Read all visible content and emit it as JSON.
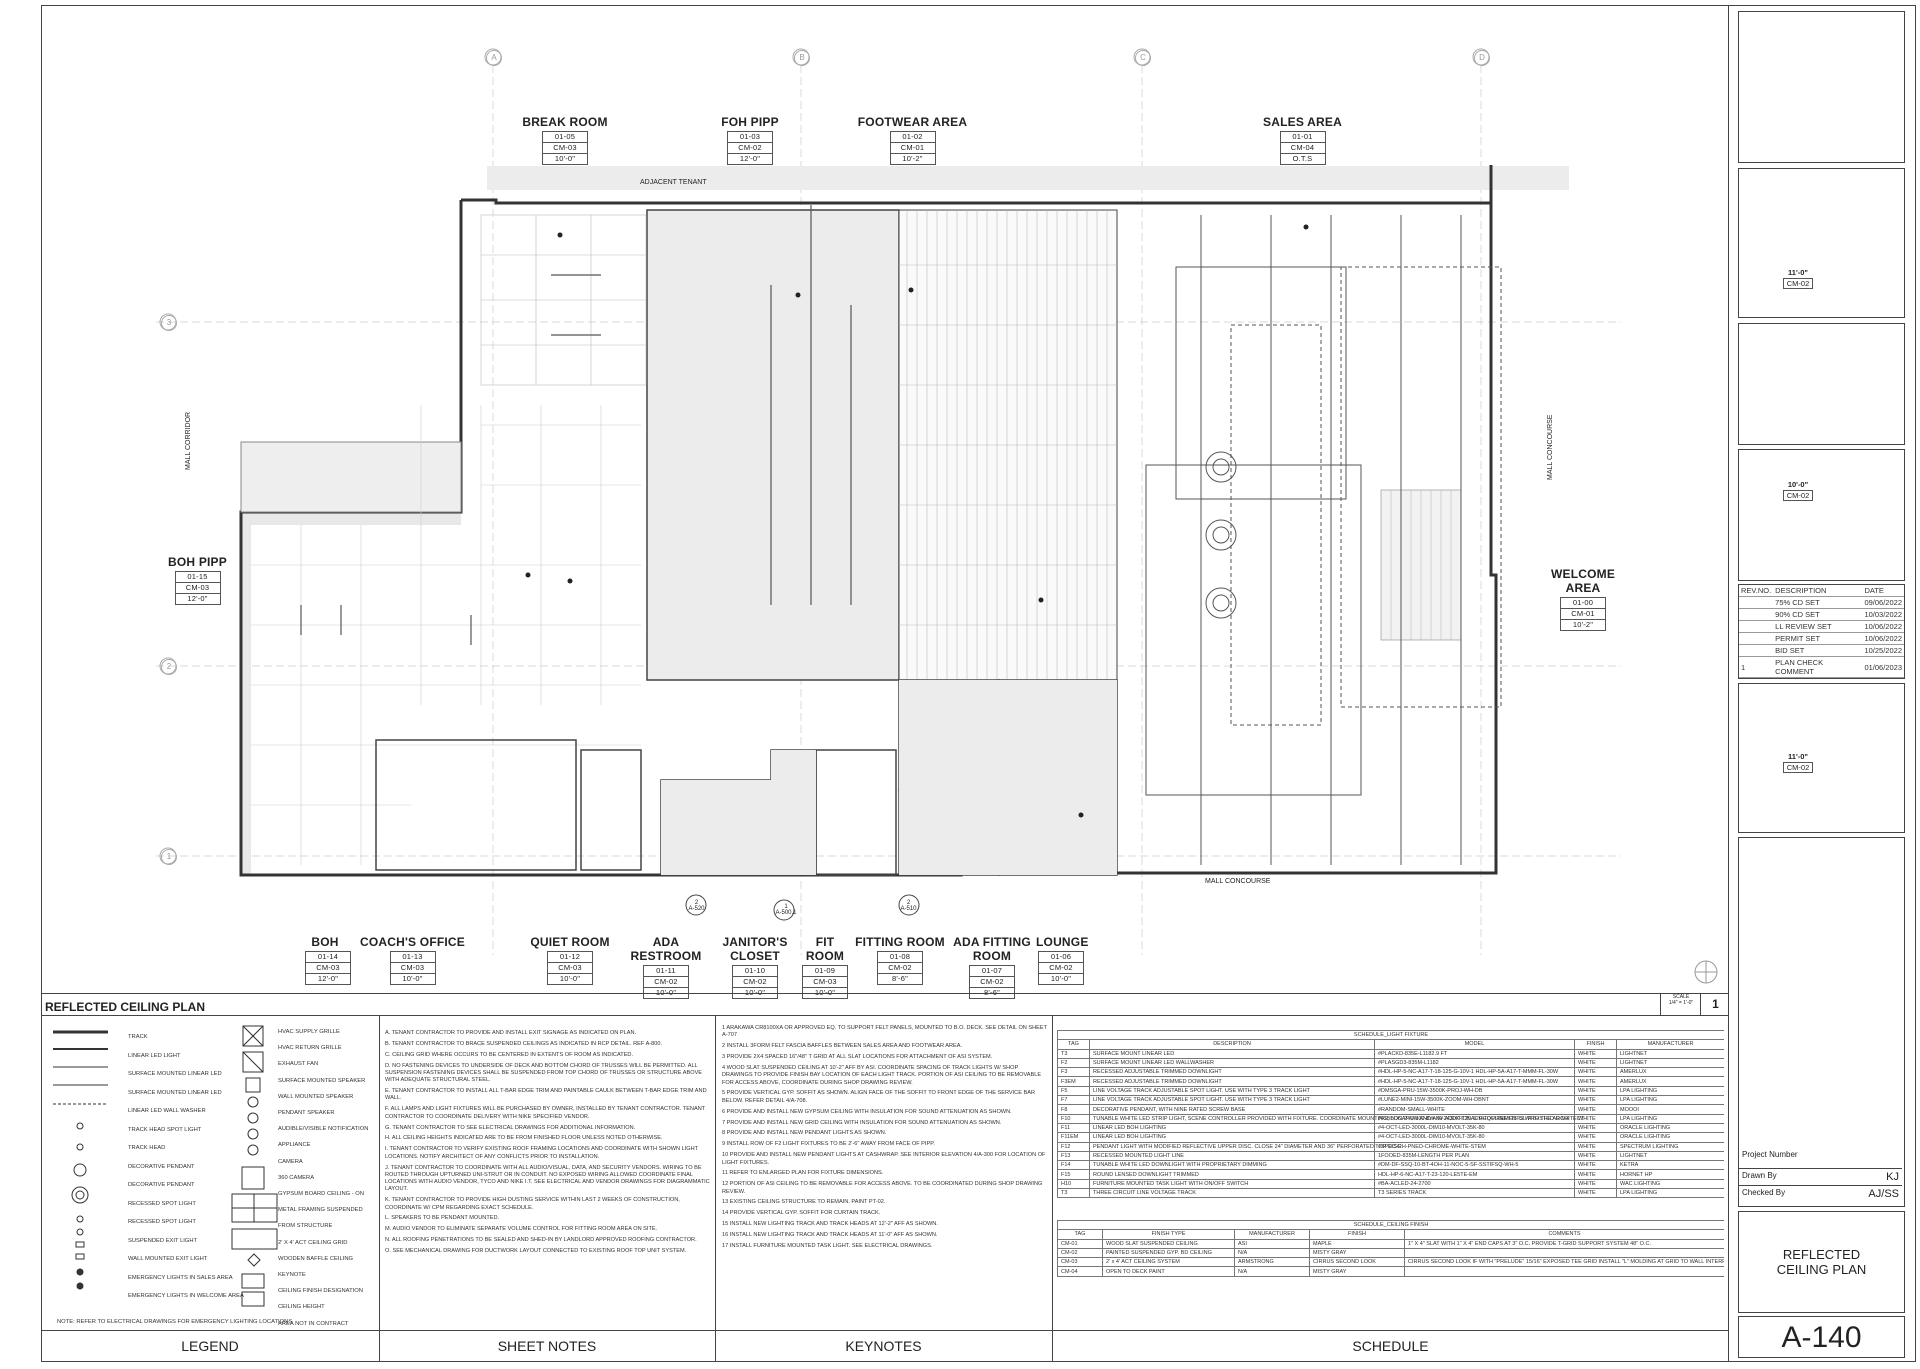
{
  "rooms_top": [
    {
      "name": "BREAK ROOM",
      "num": "01-05",
      "cm": "CM-03",
      "ht": "10'-0\""
    },
    {
      "name": "FOH PIPP",
      "num": "01-03",
      "cm": "CM-02",
      "ht": "12'-0\""
    },
    {
      "name": "FOOTWEAR AREA",
      "num": "01-02",
      "cm": "CM-01",
      "ht": "10'-2\""
    },
    {
      "name": "SALES AREA",
      "num": "01-01",
      "cm": "CM-04",
      "ht": "O.T.S"
    }
  ],
  "rooms_side": [
    {
      "name": "BOH PIPP",
      "num": "01-15",
      "cm": "CM-03",
      "ht": "12'-0\""
    },
    {
      "name": "WELCOME AREA",
      "num": "01-00",
      "cm": "CM-01",
      "ht": "10'-2\""
    }
  ],
  "rooms_bottom": [
    {
      "name": "BOH",
      "num": "01-14",
      "cm": "CM-03",
      "ht": "12'-0\""
    },
    {
      "name": "COACH'S OFFICE",
      "num": "01-13",
      "cm": "CM-03",
      "ht": "10'-0\""
    },
    {
      "name": "QUIET ROOM",
      "num": "01-12",
      "cm": "CM-03",
      "ht": "10'-0\""
    },
    {
      "name": "ADA RESTROOM",
      "num": "01-11",
      "cm": "CM-02",
      "ht": "10'-0\""
    },
    {
      "name": "JANITOR'S CLOSET",
      "num": "01-10",
      "cm": "CM-02",
      "ht": "10'-0\""
    },
    {
      "name": "FIT ROOM",
      "num": "01-09",
      "cm": "CM-03",
      "ht": "10'-0\""
    },
    {
      "name": "FITTING ROOM",
      "num": "01-08",
      "cm": "CM-02",
      "ht": "8'-6\""
    },
    {
      "name": "ADA FITTING ROOM",
      "num": "01-07",
      "cm": "CM-02",
      "ht": "8'-6\""
    },
    {
      "name": "LOUNGE",
      "num": "01-06",
      "cm": "CM-02",
      "ht": "10'-0\""
    }
  ],
  "plan_labels": {
    "adjacent_tenant": "ADJACENT TENANT",
    "mall_corridor": "MALL CORRIDOR",
    "mall_concourse_bottom": "MALL CONCOURSE",
    "mall_concourse_right": "MALL CONCOURSE",
    "grid_cols": [
      "A",
      "B",
      "C",
      "D"
    ],
    "grid_rows": [
      "3",
      "2",
      "1"
    ],
    "ceiling_tags": [
      {
        "h": "11'-0\"",
        "cm": "CM-02"
      },
      {
        "h": "10'-0\"",
        "cm": "CM-02"
      },
      {
        "h": "11'-0\"",
        "cm": "CM-02"
      }
    ],
    "section_marks": [
      {
        "n": "2",
        "ref": "A-520"
      },
      {
        "n": "1",
        "ref": "A-500.1"
      },
      {
        "n": "2",
        "ref": "A-510"
      }
    ]
  },
  "drawing_title": "REFLECTED CEILING PLAN",
  "scale_label": "SCALE",
  "scale": "1/4\" = 1'-0\"",
  "drawing_number": "1",
  "legend": [
    "TRACK",
    "LINEAR LED LIGHT",
    "SURFACE MOUNTED LINEAR LED",
    "SURFACE MOUNTED LINEAR LED",
    "LINEAR LED WALL WASHER",
    "TRACK HEAD SPOT LIGHT",
    "TRACK HEAD",
    "DECORATIVE PENDANT",
    "DECORATIVE PENDANT",
    "RECESSED SPOT LIGHT",
    "RECESSED SPOT LIGHT",
    "SUSPENDED EXIT LIGHT",
    "WALL MOUNTED EXIT LIGHT",
    "EMERGENCY LIGHTS IN SALES AREA",
    "EMERGENCY LIGHTS IN WELCOME AREA"
  ],
  "legend_right": [
    "HVAC SUPPLY GRILLE",
    "HVAC RETURN GRILLE",
    "EXHAUST FAN",
    "SURFACE MOUNTED SPEAKER",
    "WALL MOUNTED SPEAKER",
    "PENDANT SPEAKER",
    "AUDIBLE/VISIBLE NOTIFICATION APPLIANCE",
    "CAMERA",
    "360 CAMERA",
    "GYPSUM BOARD CEILING - ON METAL FRAMING SUSPENDED FROM STRUCTURE",
    "2' X 4' ACT CEILING GRID",
    "WOODEN BAFFLE CEILING",
    "KEYNOTE",
    "CEILING FINISH DESIGNATION",
    "CEILING HEIGHT",
    "AREA NOT IN CONTRACT"
  ],
  "legend_note": "NOTE: REFER TO ELECTRICAL DRAWINGS FOR EMERGENCY LIGHTING LOCATIONS",
  "sheet_notes": [
    "A.  TENANT CONTRACTOR TO PROVIDE AND INSTALL EXIT SIGNAGE AS INDICATED ON PLAN.",
    "B.  TENANT CONTRACTOR TO BRACE SUSPENDED CEILINGS AS INDICATED IN RCP DETAIL. REF A-800.",
    "C.  CEILING GRID WHERE OCCURS TO BE CENTERED IN EXTENTS OF ROOM AS INDICATED.",
    "D.  NO FASTENING DEVICES TO UNDERSIDE OF DECK AND BOTTOM CHORD OF TRUSSES WILL BE PERMITTED. ALL SUSPENSION FASTENING DEVICES SHALL BE SUSPENDED FROM TOP CHORD OF TRUSSES OR STRUCTURE ABOVE WITH ADEQUATE STRUCTURAL STEEL.",
    "E.  TENANT CONTRACTOR TO INSTALL ALL T-BAR EDGE TRIM AND PAINTABLE CAULK BETWEEN T-BAR EDGE TRIM AND WALL.",
    "F.  ALL LAMPS AND LIGHT FIXTURES WILL BE PURCHASED BY OWNER, INSTALLED BY TENANT CONTRACTOR. TENANT CONTRACTOR TO COORDINATE DELIVERY WITH NIKE SPECIFIED VENDOR.",
    "G.  TENANT CONTRACTOR TO SEE ELECTRICAL DRAWINGS FOR ADDITIONAL INFORMATION.",
    "H.  ALL CEILING HEIGHTS INDICATED ARE TO BE FROM FINISHED FLOOR UNLESS NOTED OTHERWISE.",
    "I.  TENANT CONTRACTOR TO VERIFY EXISTING ROOF FRAMING LOCATIONS AND COORDINATE WITH SHOWN LIGHT LOCATIONS. NOTIFY ARCHITECT OF ANY CONFLICTS PRIOR TO INSTALLATION.",
    "J.  TENANT CONTRACTOR TO COORDINATE WITH ALL AUDIO/VISUAL, DATA, AND SECURITY VENDORS. WIRING TO BE ROUTED THROUGH UPTURNED UNI-STRUT OR IN CONDUIT. NO EXPOSED WIRING ALLOWED COORDINATE FINAL LOCATIONS WITH AUDIO VENDOR, TYCO AND NIKE I.T. SEE ELECTRICAL AND VENDOR DRAWINGS FOR DIAGRAMMATIC LAYOUT.",
    "K.  TENANT CONTRACTOR TO PROVIDE HIGH DUSTING SERVICE WITHIN LAST 2 WEEKS OF CONSTRUCTION, COORDINATE W/ CPM REGARDING EXACT SCHEDULE.",
    "L.  SPEAKERS TO BE PENDANT MOUNTED.",
    "M.  AUDIO VENDOR TO ELIMINATE SEPARATE VOLUME CONTROL FOR FITTING ROOM AREA ON SITE.",
    "N.  ALL ROOFING PENETRATIONS TO BE SEALED AND SHED-IN BY LANDLORD APPROVED ROOFING CONTRACTOR.",
    "O.  SEE MECHANICAL DRAWING FOR DUCTWORK LAYOUT CONNECTED TO EXISTING ROOF TOP UNIT SYSTEM."
  ],
  "keynotes": [
    "1   ARAKAWA CR8100XA OR APPROVED EQ. TO SUPPORT FELT PANELS, MOUNTED TO B.O. DECK. SEE DETAIL ON SHEET A-707",
    "2   INSTALL 3FORM FELT FASCIA BAFFLES BETWEEN SALES AREA AND FOOTWEAR AREA.",
    "3   PROVIDE 2X4 SPACED 16\"/48\" T GRID AT ALL SLAT LOCATIONS FOR ATTACHMENT OF ASI SYSTEM.",
    "4   WOOD SLAT SUSPENDED CEILING AT 10'-2\" AFF BY ASI. COORDINATE SPACING OF TRACK LIGHTS W/ SHOP DRAWINGS TO PROVIDE FINISH BAY LOCATION OF EACH LIGHT TRACK. PORTION OF ASI CEILING TO BE REMOVABLE FOR ACCESS ABOVE, COORDINATE DURING SHOP DRAWING REVIEW.",
    "5   PROVIDE VERTICAL GYP. SOFFIT AS SHOWN. ALIGN FACE OF THE SOFFIT TO FRONT EDGE OF THE SERVICE BAR BELOW. REFER DETAIL 4/A-708.",
    "6   PROVIDE AND INSTALL NEW GYPSUM CEILING WITH INSULATION FOR SOUND ATTENUATION AS SHOWN.",
    "7   PROVIDE AND INSTALL NEW GRID CEILING WITH INSULATION FOR SOUND ATTENUATION AS SHOWN.",
    "8   PROVIDE AND INSTALL NEW PENDANT LIGHTS AS SHOWN.",
    "9   INSTALL ROW OF F2 LIGHT FIXTURES TO BE 2'-6\" AWAY FROM FACE OF PIPP.",
    "10  PROVIDE AND INSTALL NEW PENDANT LIGHTS AT CASHWRAP. SEE INTERIOR ELEVATION 4/A-300 FOR LOCATION OF LIGHT FIXTURES.",
    "11  REFER TO ENLARGED PLAN FOR FIXTURE DIMENSIONS.",
    "12  PORTION OF ASI CEILING TO BE REMOVABLE FOR ACCESS ABOVE. TO BE COORDINATED DURING SHOP DRAWING REVIEW.",
    "13  EXISTING CEILING STRUCTURE TO REMAIN. PAINT PT-02.",
    "14  PROVIDE VERTICAL GYP. SOFFIT FOR CURTAIN TRACK.",
    "15  INSTALL NEW LIGHTING TRACK AND TRACK HEADS AT 12'-2\" AFF AS SHOWN.",
    "16  INSTALL NEW LIGHTING TRACK AND TRACK HEADS AT 11'-0\" AFF AS SHOWN.",
    "17  INSTALL FURNITURE MOUNTED TASK LIGHT. SEE ELECTRICAL DRAWINGS."
  ],
  "schedule_light": {
    "title": "SCHEDULE_LIGHT FIXTURE",
    "headers": [
      "TAG",
      "DESCRIPTION",
      "MODEL",
      "FINISH",
      "MANUFACTURER"
    ],
    "rows": [
      [
        "T3",
        "SURFACE MOUNT LINEAR LED",
        "#PLACKD-835E-L1182.9 FT",
        "WHITE",
        "LIGHTNET"
      ],
      [
        "F2",
        "SURFACE MOUNT LINEAR LED WALLWASHER",
        "#PLASGD3-835M-L1182",
        "WHITE",
        "LIGHTNET"
      ],
      [
        "F3",
        "RECESSED ADJUSTABLE TRIMMED DOWNLIGHT",
        "#HDL-HP-5-NC-A17-T-18-125-G-10V-1 HDL-HP-5A-A17-T-MMM-FL-30W",
        "WHITE",
        "AMERLUX"
      ],
      [
        "F3EM",
        "RECESSED ADJUSTABLE TRIMMED DOWNLIGHT",
        "#HDL-HP-5-NC-A17-T-18-125-G-10V-1 HDL-HP-5A-A17-T-MMM-FL-30W",
        "WHITE",
        "AMERLUX"
      ],
      [
        "F5",
        "LINE VOLTAGE TRACK ADJUSTABLE SPOT LIGHT. USE WITH TYPE 3 TRACK LIGHT",
        "#DMSGA-PRU-15W-3500K-PROJ-WH-DB",
        "WHITE",
        "LPA LIGHTING"
      ],
      [
        "F7",
        "LINE VOLTAGE TRACK ADJUSTABLE SPOT LIGHT. USE WITH TYPE 3 TRACK LIGHT",
        "#LUNE2-MINI-15W-3500K-ZOOM-WH-DBNT",
        "WHITE",
        "LPA LIGHTING"
      ],
      [
        "F8",
        "DECORATIVE PENDANT, WITH NINE RATED SCREW BASE",
        "#RANDOM-SMALL-WHITE",
        "WHITE",
        "MOOOI"
      ],
      [
        "F10",
        "TUNABLE WHITE LED STRIP LIGHT, SCENE CONTROLLER PROVIDED WITH FIXTURE. COORDINATE MOUNTING, LOCATION AND ANY ADDITIONAL REQUIREMENTS WITH THE ARCHITECT",
        "#RIBBON-24V-800-8W-IN-2430K-T20-120-TOPLINEY15-UL-FROSTED-D MX",
        "WHITE",
        "LPA LIGHTING"
      ],
      [
        "F11",
        "LINEAR LED BOH LIGHTING",
        "#4-OCT-LED-3000L-DIM10-MVOLT-35K-80",
        "WHITE",
        "ORACLE LIGHTING"
      ],
      [
        "F11EM",
        "LINEAR LED BOH LIGHTING",
        "#4-OCT-LED-3000L-DIM10-MVOLT-35K-80",
        "WHITE",
        "ORACLE LIGHTING"
      ],
      [
        "F12",
        "PENDANT LIGHT WITH MODIFIED REFLECTIVE UPPER DISC. CLOSE 24\" DIAMETER AND 36\" PERFORATED TOP DISC",
        "#SPEC-RH-PNED-CHROME-WHITE-STEM",
        "WHITE",
        "SPECTRUM LIGHTING"
      ],
      [
        "F13",
        "RECESSED MOUNTED LIGHT LINE",
        "1FOOED-835M-LENGTH PER PLAN",
        "WHITE",
        "LIGHTNET"
      ],
      [
        "F14",
        "TUNABLE WHITE LED DOWNLIGHT WITH PROPRIETARY DIMMING",
        "#DM-DF-SSQ-10-BT-4OH-11-NOC-5-SF-SSTIFSQ-WH-5",
        "WHITE",
        "KETRA"
      ],
      [
        "F15",
        "ROUND LENSED DOWNLIGHT TRIMMED",
        "HDL-HP-6-NC-A17-T-23-120-LE5TE-EM",
        "WHITE",
        "HORNET HP"
      ],
      [
        "H10",
        "FURNITURE MOUNTED TASK LIGHT WITH ON/OFF SWITCH",
        "#BA-ACLED-24-2700",
        "WHITE",
        "WAC LIGHTING"
      ],
      [
        "T3",
        "THREE CIRCUIT LINE VOLTAGE TRACK",
        "T3 SERIES TRACK",
        "WHITE",
        "LPA LIGHTING"
      ]
    ]
  },
  "schedule_ceiling": {
    "title": "SCHEDULE_CEILING FINISH",
    "headers": [
      "TAG",
      "FINISH TYPE",
      "MANUFACTURER",
      "FINISH",
      "COMMENTS"
    ],
    "rows": [
      [
        "CM-01",
        "WOOD SLAT SUSPENDED CEILING",
        "ASI",
        "MAPLE",
        "1\" X 4\" SLAT WITH 1\" X 4\" END CAPS AT 3\" O.C. PROVIDE T-GRID SUPPORT SYSTEM 48\" O.C."
      ],
      [
        "CM-02",
        "PAINTED SUSPENDED GYP. BD CEILING",
        "N/A",
        "MISTY GRAY",
        ""
      ],
      [
        "CM-03",
        "2' x 4' ACT CEILING SYSTEM",
        "ARMSTRONG",
        "CIRRUS SECOND LOOK",
        "CIRRUS SECOND LOOK IF WITH \"PRELUDE\" 15/16\" EXPOSED TEE GRID INSTALL \"L\" MOLDING AT GRID TO WALL INTERFACES TYP."
      ],
      [
        "CM-04",
        "OPEN TO DECK PAINT",
        "N/A",
        "MISTY GRAY",
        ""
      ]
    ]
  },
  "footers": {
    "legend": "LEGEND",
    "sheet_notes": "SHEET NOTES",
    "keynotes": "KEYNOTES",
    "schedule": "SCHEDULE"
  },
  "revisions": {
    "headers": [
      "REV.NO.",
      "DESCRIPTION",
      "DATE"
    ],
    "rows": [
      [
        "",
        "75% CD SET",
        "09/06/2022"
      ],
      [
        "",
        "90% CD SET",
        "10/03/2022"
      ],
      [
        "",
        "LL REVIEW SET",
        "10/06/2022"
      ],
      [
        "",
        "PERMIT SET",
        "10/06/2022"
      ],
      [
        "",
        "BID SET",
        "10/25/2022"
      ],
      [
        "1",
        "PLAN CHECK COMMENT",
        "01/06/2023"
      ]
    ]
  },
  "title_block": {
    "project_number_label": "Project Number",
    "drawn_by_label": "Drawn By",
    "drawn_by": "KJ",
    "checked_by_label": "Checked By",
    "checked_by": "AJ/SS",
    "sheet_title": "REFLECTED CEILING PLAN",
    "sheet_number": "A-140"
  }
}
